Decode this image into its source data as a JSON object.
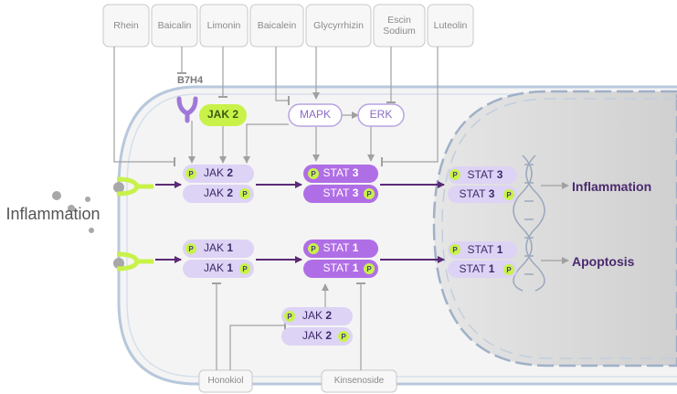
{
  "top_drugs": [
    "Rhein",
    "Baicalin",
    "Limonin",
    "Baicalein",
    "Glycyrrhizin",
    "Escin Sodium",
    "Luteolin"
  ],
  "bottom_drugs": [
    "Honokiol",
    "Kinsenoside"
  ],
  "receptor": "B7H4",
  "jak2_active": "JAK 2",
  "kinases": [
    "MAPK",
    "ERK"
  ],
  "inflammation_label": "Inflammation",
  "proteins": {
    "jak_name": "JAK",
    "stat_name": "STAT",
    "n2": "2",
    "n3": "3",
    "n1": "1",
    "p_mark": "P"
  },
  "outcomes": [
    "Inflammation",
    "Apoptosis"
  ],
  "colors": {
    "lime": "#c8f24a",
    "purple": "#a86ee0",
    "lavender": "#d9cff2",
    "arrow": "#5b2a75"
  }
}
